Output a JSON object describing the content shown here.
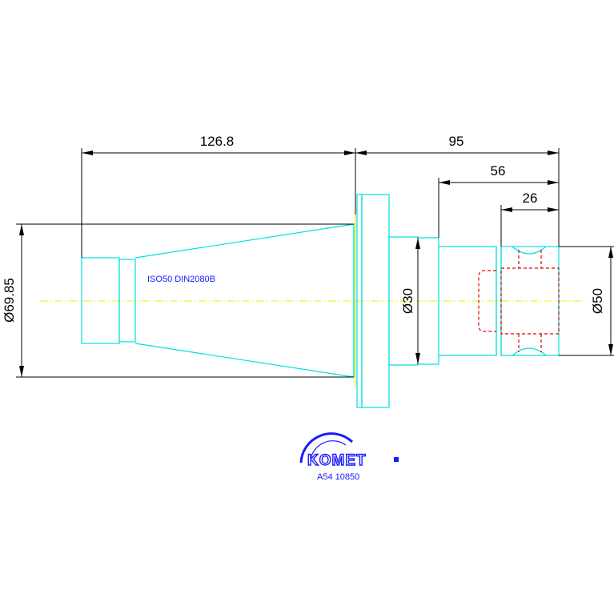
{
  "dimensions": {
    "overall_left": "126.8",
    "overall_right": "95",
    "mid_right": "56",
    "small_right": "26",
    "dia_left": "Ø69.85",
    "dia_mid": "Ø30",
    "dia_right": "Ø50"
  },
  "part_label": "ISO50 DIN2080B",
  "logo": {
    "brand": "KOMET"
  },
  "part_number": "A54 10850",
  "colors": {
    "outline": "#00e0e0",
    "dimension": "#000000",
    "hidden": "#e00000",
    "centerline": "#f0f000",
    "brand": "#1a1aff"
  }
}
